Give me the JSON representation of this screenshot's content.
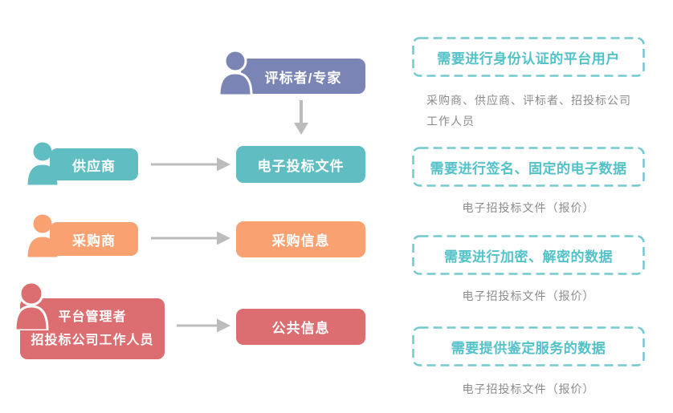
{
  "colors": {
    "evaluator_purple": "#7a85b5",
    "supplier_teal": "#60bec3",
    "purchaser_orange": "#f9a171",
    "admin_red": "#dc6d70",
    "panel_border_teal": "#72c9ce",
    "panel_title_teal": "#53c2c8",
    "note_gray": "#8b8b8b",
    "arrow_gray": "#bcbcbc"
  },
  "icons": {
    "person": "person-icon",
    "arrow_right": "arrow-right-icon",
    "arrow_down": "arrow-down-icon"
  },
  "diagram": {
    "rows": [
      {
        "actor": "评标者/专家",
        "color": "#7a85b5"
      },
      {
        "actor": "供应商",
        "data_box": "电子投标文件",
        "color": "#60bec3"
      },
      {
        "actor": "采购商",
        "data_box": "采购信息",
        "color": "#f9a171"
      },
      {
        "actor_line1": "平台管理者",
        "actor_line2": "招投标公司工作人员",
        "data_box": "公共信息",
        "color": "#dc6d70"
      }
    ]
  },
  "panels": [
    {
      "title": "需要进行身份认证的平台用户",
      "note_lines": [
        "采购商、供应商、评标者、招投标公司",
        "工作人员"
      ]
    },
    {
      "title": "需要进行签名、固定的电子数据",
      "note_lines": [
        "电子招投标文件（报价）"
      ]
    },
    {
      "title": "需要进行加密、解密的数据",
      "note_lines": [
        "电子招投标文件（报价）"
      ]
    },
    {
      "title": "需要提供鉴定服务的数据",
      "note_lines": [
        "电子招投标文件（报价）"
      ]
    }
  ]
}
